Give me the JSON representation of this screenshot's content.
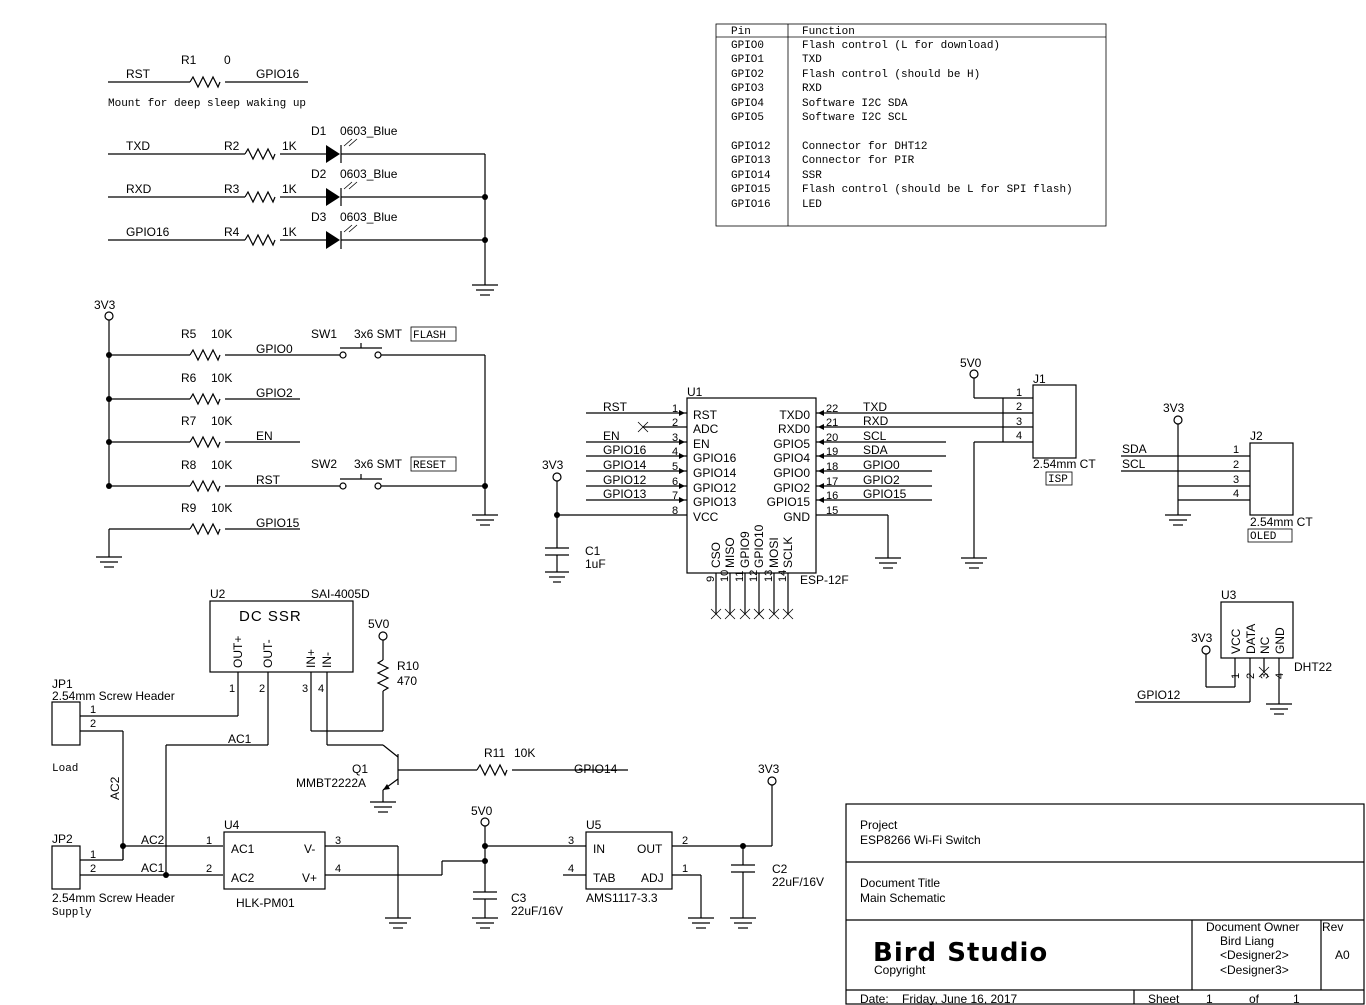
{
  "pin_table": {
    "header_pin": "Pin",
    "header_function": "Function",
    "rows": [
      {
        "pin": "GPIO0",
        "function": "Flash control (L for download)"
      },
      {
        "pin": "GPIO1",
        "function": "TXD"
      },
      {
        "pin": "GPIO2",
        "function": "Flash control (should be H)"
      },
      {
        "pin": "GPIO3",
        "function": "RXD"
      },
      {
        "pin": "GPIO4",
        "function": "Software I2C SDA"
      },
      {
        "pin": "GPIO5",
        "function": "Software I2C SCL"
      },
      {
        "pin": "GPIO12",
        "function": "Connector for DHT12"
      },
      {
        "pin": "GPIO13",
        "function": "Connector for PIR"
      },
      {
        "pin": "GPIO14",
        "function": "SSR"
      },
      {
        "pin": "GPIO15",
        "function": "Flash control (should be L for SPI flash)"
      },
      {
        "pin": "GPIO16",
        "function": "LED"
      }
    ]
  },
  "r1": {
    "net_left": "RST",
    "ref": "R1",
    "value": "0",
    "net_right": "GPIO16",
    "note": "Mount for deep sleep waking up"
  },
  "leds": [
    {
      "net": "TXD",
      "res_ref": "R2",
      "res_value": "1K",
      "led_ref": "D1",
      "led_value": "0603_Blue"
    },
    {
      "net": "RXD",
      "res_ref": "R3",
      "res_value": "1K",
      "led_ref": "D2",
      "led_value": "0603_Blue"
    },
    {
      "net": "GPIO16",
      "res_ref": "R4",
      "res_value": "1K",
      "led_ref": "D3",
      "led_value": "0603_Blue"
    }
  ],
  "pullups": {
    "supply": "3V3",
    "rows": [
      {
        "ref": "R5",
        "value": "10K",
        "net": "GPIO0"
      },
      {
        "ref": "R6",
        "value": "10K",
        "net": "GPIO2"
      },
      {
        "ref": "R7",
        "value": "10K",
        "net": "EN"
      },
      {
        "ref": "R8",
        "value": "10K",
        "net": "RST"
      },
      {
        "ref": "R9",
        "value": "10K",
        "net": "GPIO15"
      }
    ],
    "sw1": {
      "ref": "SW1",
      "value": "3x6 SMT",
      "tag": "FLASH"
    },
    "sw2": {
      "ref": "SW2",
      "value": "3x6 SMT",
      "tag": "RESET"
    }
  },
  "u1": {
    "ref": "U1",
    "part": "ESP-12F",
    "left_nets": [
      "RST",
      "",
      "EN",
      "GPIO16",
      "GPIO14",
      "GPIO12",
      "GPIO13",
      ""
    ],
    "left_pins": [
      "RST",
      "ADC",
      "EN",
      "GPIO16",
      "GPIO14",
      "GPIO12",
      "GPIO13",
      "VCC"
    ],
    "left_nums": [
      "1",
      "2",
      "3",
      "4",
      "5",
      "6",
      "7",
      "8"
    ],
    "right_pins": [
      "TXD0",
      "RXD0",
      "GPIO5",
      "GPIO4",
      "GPIO0",
      "GPIO2",
      "GPIO15",
      "GND"
    ],
    "right_nums": [
      "22",
      "21",
      "20",
      "19",
      "18",
      "17",
      "16",
      "15"
    ],
    "right_nets": [
      "TXD",
      "RXD",
      "SCL",
      "SDA",
      "GPIO0",
      "GPIO2",
      "GPIO15",
      ""
    ],
    "bottom_pins": [
      "CSO",
      "MISO",
      "GPIO9",
      "GPIO10",
      "MOSI",
      "SCLK"
    ],
    "bottom_nums": [
      "9",
      "10",
      "11",
      "12",
      "13",
      "14"
    ],
    "supply": "3V3",
    "cap_ref": "C1",
    "cap_value": "1uF"
  },
  "j1": {
    "ref": "J1",
    "supply": "5V0",
    "pins": [
      "1",
      "2",
      "3",
      "4"
    ],
    "value": "2.54mm CT",
    "tag": "ISP"
  },
  "j2": {
    "ref": "J2",
    "supply": "3V3",
    "nets": [
      "SDA",
      "SCL"
    ],
    "pins": [
      "1",
      "2",
      "3",
      "4"
    ],
    "value": "2.54mm CT",
    "tag": "OLED"
  },
  "u3": {
    "ref": "U3",
    "supply": "3V3",
    "pins": [
      "VCC",
      "DATA",
      "NC",
      "GND"
    ],
    "nums": [
      "1",
      "2",
      "3",
      "4"
    ],
    "part": "DHT22",
    "net": "GPIO12"
  },
  "u2": {
    "ref": "U2",
    "part": "SAI-4005D",
    "title": "DC  SSR",
    "pins": [
      "OUT+",
      "OUT-",
      "IN+",
      "IN-"
    ],
    "nums": [
      "1",
      "2",
      "3",
      "4"
    ]
  },
  "r10": {
    "ref": "R10",
    "value": "470",
    "supply": "5V0"
  },
  "q1": {
    "ref": "Q1",
    "part": "MMBT2222A"
  },
  "r11": {
    "ref": "R11",
    "value": "10K",
    "net": "GPIO14"
  },
  "jp1": {
    "ref": "JP1",
    "value": "2.54mm Screw Header",
    "pins": [
      "1",
      "2"
    ],
    "note": "Load"
  },
  "jp2": {
    "ref": "JP2",
    "value": "2.54mm Screw Header",
    "pins": [
      "1",
      "2"
    ],
    "note": "Supply"
  },
  "nets_ac": {
    "ac1": "AC1",
    "ac2": "AC2"
  },
  "u4": {
    "ref": "U4",
    "part": "HLK-PM01",
    "left_pins": [
      "AC1",
      "AC2"
    ],
    "left_nums": [
      "1",
      "2"
    ],
    "right_pins": [
      "V-",
      "V+"
    ],
    "right_nums": [
      "3",
      "4"
    ]
  },
  "c3": {
    "ref": "C3",
    "value": "22uF/16V",
    "supply": "5V0"
  },
  "u5": {
    "ref": "U5",
    "part": "AMS1117-3.3",
    "left_pins": [
      "IN",
      "TAB"
    ],
    "left_nums": [
      "3",
      "4"
    ],
    "right_pins": [
      "OUT",
      "ADJ"
    ],
    "right_nums": [
      "2",
      "1"
    ]
  },
  "c2": {
    "ref": "C2",
    "value": "22uF/16V",
    "supply": "3V3"
  },
  "title_block": {
    "project_label": "Project",
    "project": "ESP8266 Wi-Fi Switch",
    "doc_title_label": "Document  Title",
    "doc_title": "Main Schematic",
    "logo": "Bird  Studio",
    "copyright": "Copyright",
    "owner_label": "Document  Owner",
    "owners": [
      "Bird Liang",
      "<Designer2>",
      "<Designer3>"
    ],
    "rev_label": "Rev",
    "rev": "A0",
    "date_label": "Date:",
    "date": "Friday, June 16, 2017",
    "sheet_label": "Sheet",
    "sheet": "1",
    "of_label": "of",
    "sheets": "1"
  }
}
